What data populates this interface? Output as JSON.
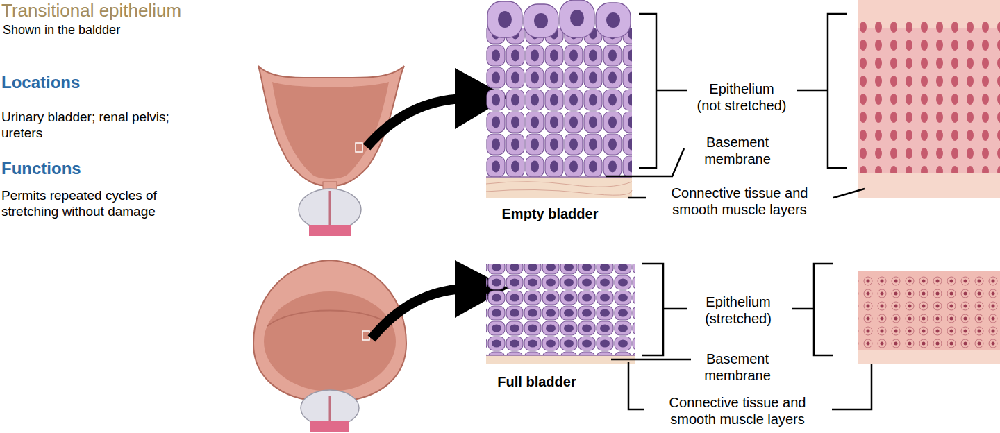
{
  "diagram": {
    "title": "Transitional epithelium",
    "labels": [
      "Shown in the baldder",
      "Locations",
      "Urinary bladder; renal pelvis; ureters",
      "Functions",
      "Permits repeated cycles of stretching without damage",
      "Epithelium (not stretched)",
      "Basement membrane",
      "Connective tissue and smooth muscle layers",
      "Empty bladder",
      "Epithelium (stretched)",
      "Basement membrane",
      "Connective tissue and smooth muscle layers",
      "Full bladder"
    ]
  }
}
